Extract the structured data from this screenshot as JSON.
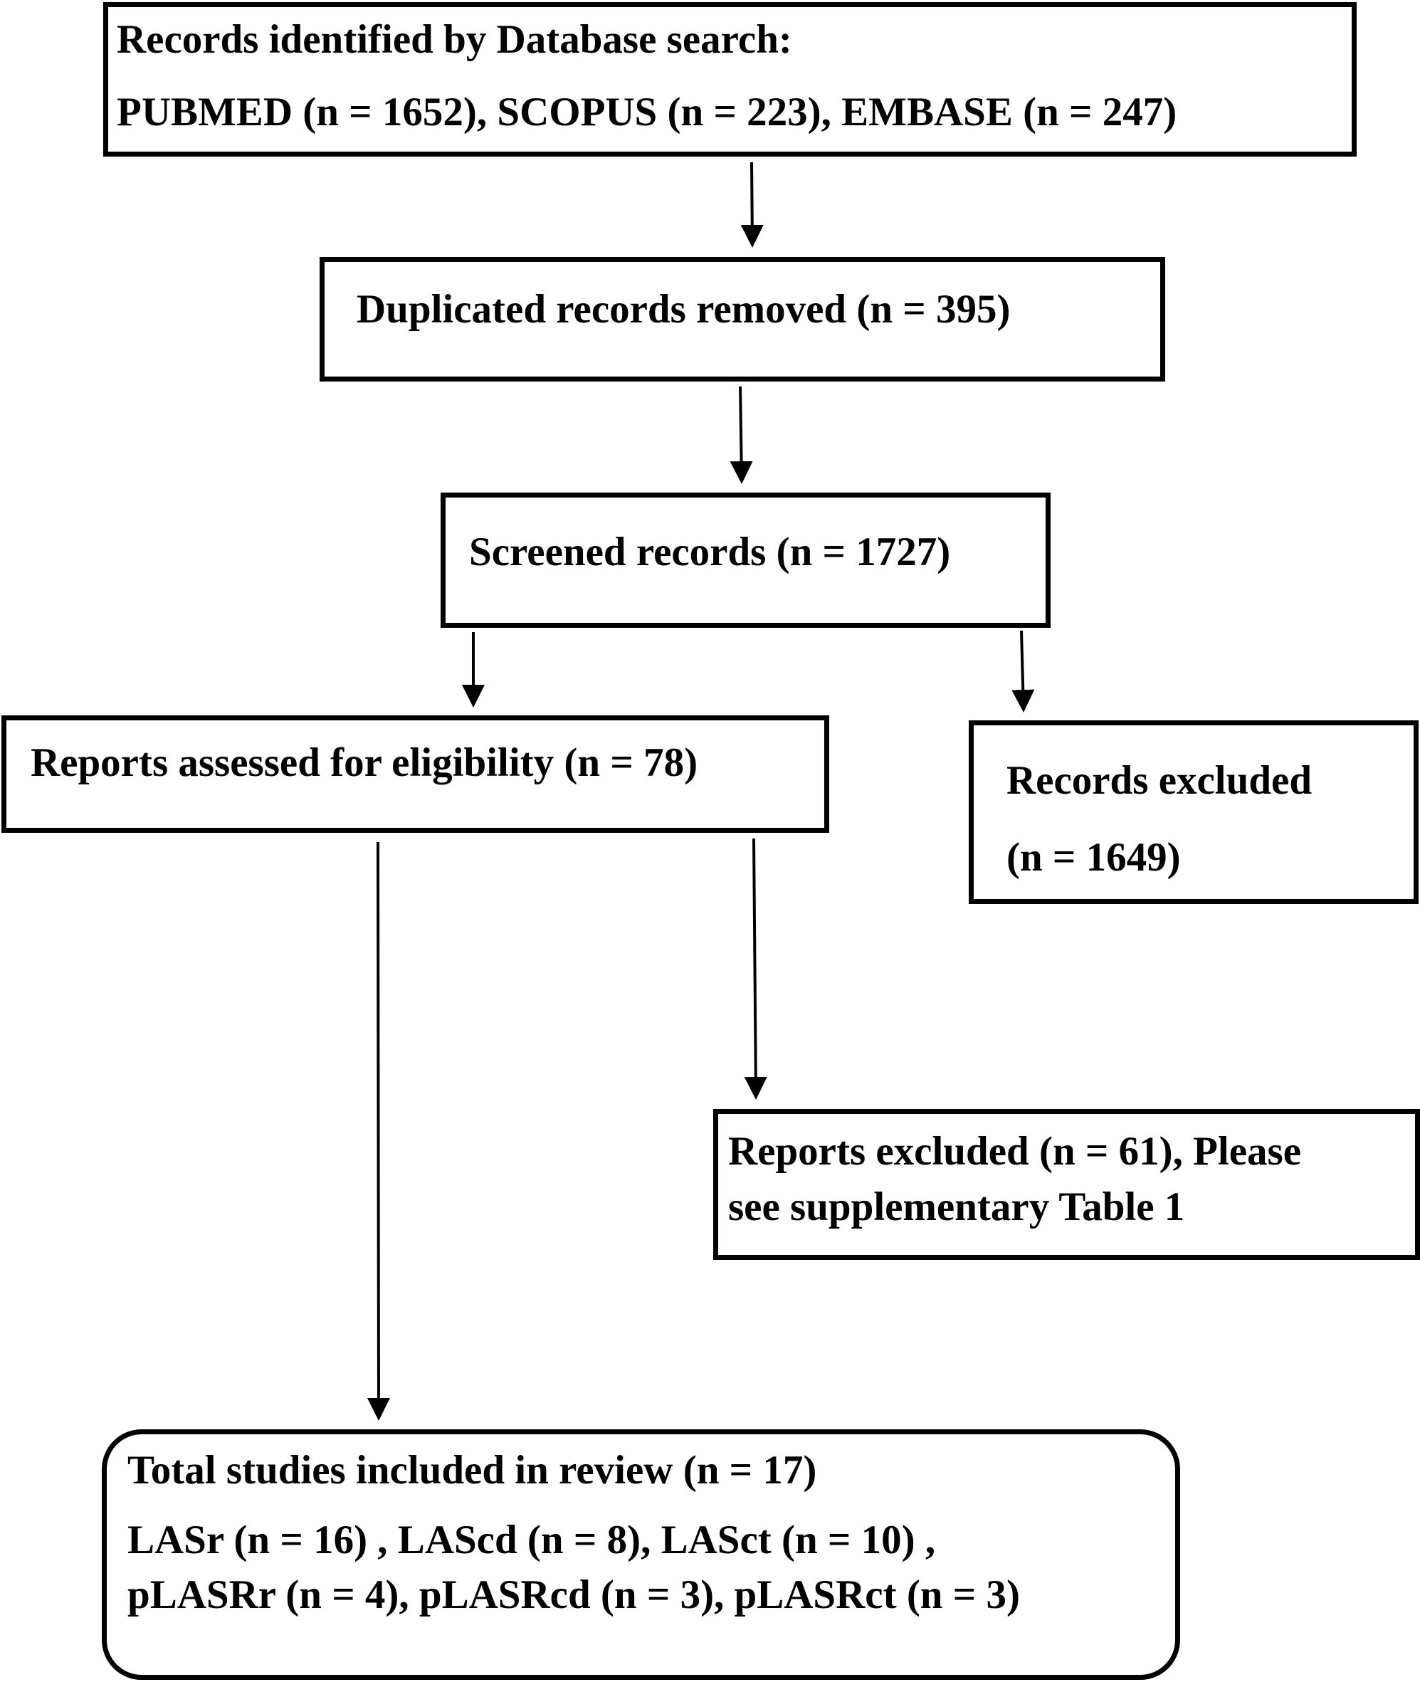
{
  "boxes": {
    "identification": {
      "line1": "Records identified by Database search:",
      "line2": "PUBMED (n = 1652), SCOPUS (n = 223), EMBASE (n = 247)"
    },
    "duplicates": {
      "line1": "Duplicated records  removed (n = 395)"
    },
    "screened": {
      "line1": "Screened records (n = 1727)"
    },
    "eligibility": {
      "line1": "Reports assessed for eligibility  (n = 78)"
    },
    "records_excluded": {
      "line1": "Records excluded",
      "line2": "(n = 1649)"
    },
    "reports_excluded": {
      "line1": "Reports excluded (n = 61), Please",
      "line2": "see supplementary Table 1"
    },
    "included": {
      "line1": "Total studies included in review (n = 17)",
      "line2": "LASr (n = 16) , LAScd (n = 8), LASct (n = 10) ,",
      "line3": "pLASRr (n = 4), pLASRcd (n = 3), pLASRct (n = 3)"
    }
  }
}
